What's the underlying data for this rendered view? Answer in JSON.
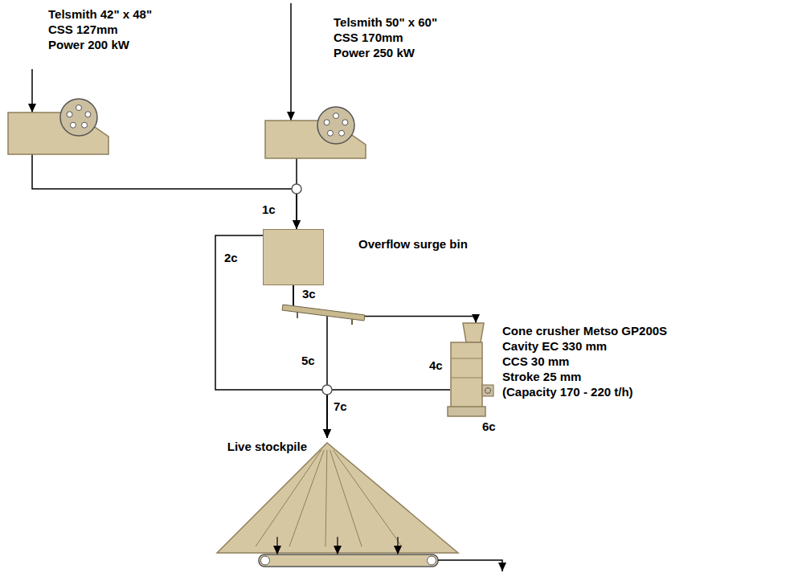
{
  "diagram": {
    "nodes": [
      {
        "text": [
          "Telsmith 42\" x 48\"",
          "CSS 127mm",
          "Power 200 kW"
        ]
      },
      {
        "text": [
          "Telsmith 50\" x 60\"",
          "CSS 170mm",
          "Power 250 kW"
        ]
      },
      {
        "text": [
          "Overflow surge bin"
        ]
      },
      {
        "text": [
          "Cone crusher Metso GP200S",
          "Cavity EC 330 mm",
          "CCS 30 mm",
          "Stroke 25 mm",
          "(Capacity 170 - 220 t/h)"
        ]
      },
      {
        "text": [
          "Live stockpile"
        ]
      }
    ],
    "edges": [
      {
        "from": 0,
        "to": 2,
        "arrow": "to"
      },
      {
        "from": 1,
        "to": 2,
        "label": "1c",
        "arrow": "to"
      },
      {
        "from": 2,
        "to": 3,
        "label": "4c",
        "arrow": "to"
      },
      {
        "from": 2,
        "to": 4,
        "label": "2c",
        "arrow": "to"
      },
      {
        "from": 2,
        "to": 4,
        "label": "5c",
        "arrow": "to"
      },
      {
        "from": 3,
        "to": 4,
        "label": "6c",
        "arrow": "to"
      }
    ],
    "labels": [
      "3c",
      "7c"
    ]
  }
}
